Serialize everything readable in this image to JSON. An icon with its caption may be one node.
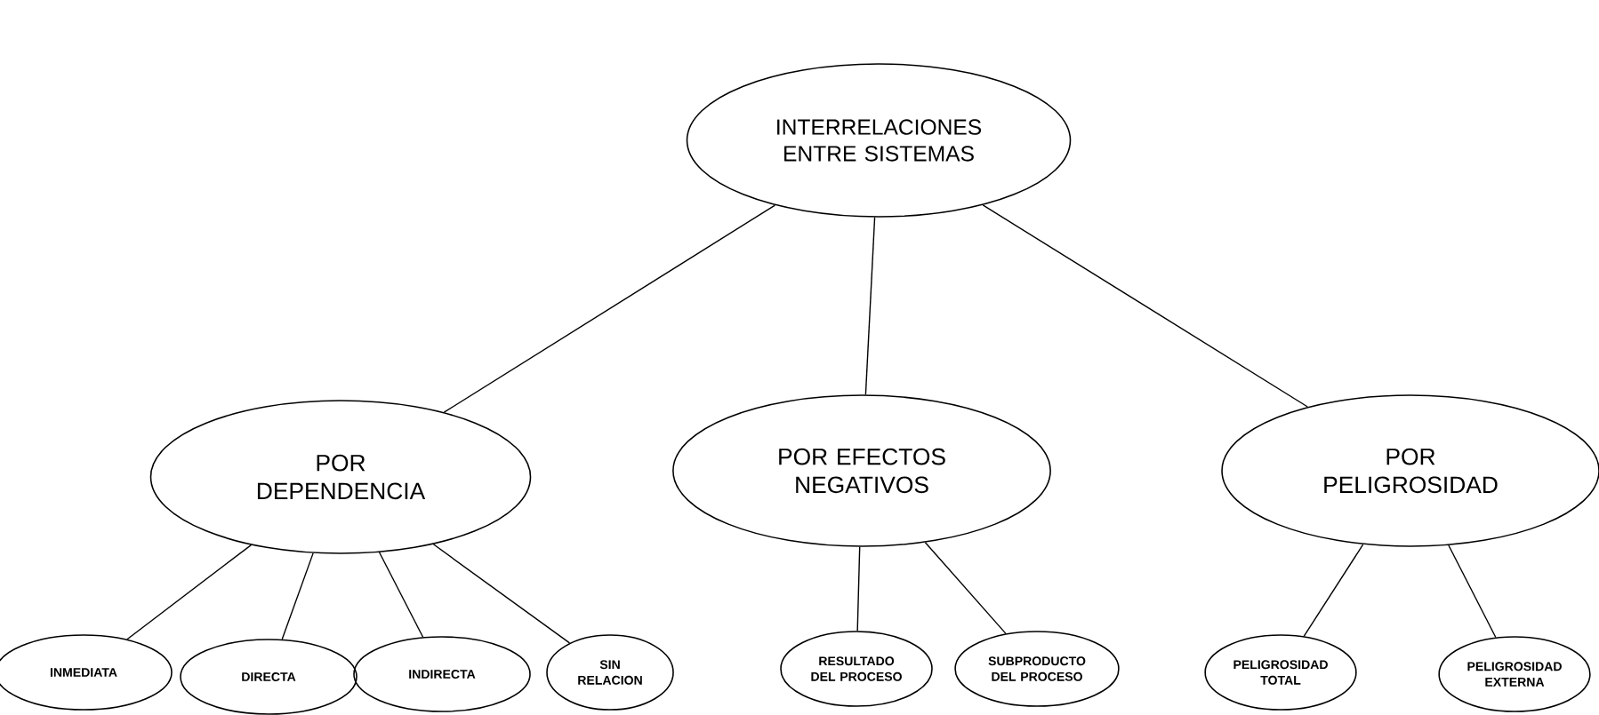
{
  "diagram": {
    "nodes": [
      {
        "text": [
          "INTERRELACIONES ENTRE SISTEMAS"
        ]
      },
      {
        "text": [
          "POR DEPENDENCIA"
        ]
      },
      {
        "text": [
          "POR EFECTOS NEGATIVOS"
        ]
      },
      {
        "text": [
          "POR PELIGROSIDAD"
        ]
      },
      {
        "text": [
          "INMEDIATA"
        ]
      },
      {
        "text": [
          "DIRECTA"
        ]
      },
      {
        "text": [
          "INDIRECTA"
        ]
      },
      {
        "text": [
          "SIN RELACION"
        ]
      },
      {
        "text": [
          "RESULTADO DEL PROCESO"
        ]
      },
      {
        "text": [
          "SUBPRODUCTO DEL PROCESO"
        ]
      },
      {
        "text": [
          "PELIGROSIDAD TOTAL"
        ]
      },
      {
        "text": [
          "PELIGROSIDAD EXTERNA"
        ]
      }
    ],
    "edges": [
      {
        "from": 0,
        "to": 1,
        "arrow": "none"
      },
      {
        "from": 0,
        "to": 2,
        "arrow": "none"
      },
      {
        "from": 0,
        "to": 3,
        "arrow": "none"
      },
      {
        "from": 1,
        "to": 4,
        "arrow": "none"
      },
      {
        "from": 1,
        "to": 5,
        "arrow": "none"
      },
      {
        "from": 1,
        "to": 6,
        "arrow": "none"
      },
      {
        "from": 1,
        "to": 7,
        "arrow": "none"
      },
      {
        "from": 2,
        "to": 8,
        "arrow": "none"
      },
      {
        "from": 2,
        "to": 9,
        "arrow": "none"
      },
      {
        "from": 3,
        "to": 10,
        "arrow": "none"
      },
      {
        "from": 3,
        "to": 11,
        "arrow": "none"
      }
    ]
  }
}
